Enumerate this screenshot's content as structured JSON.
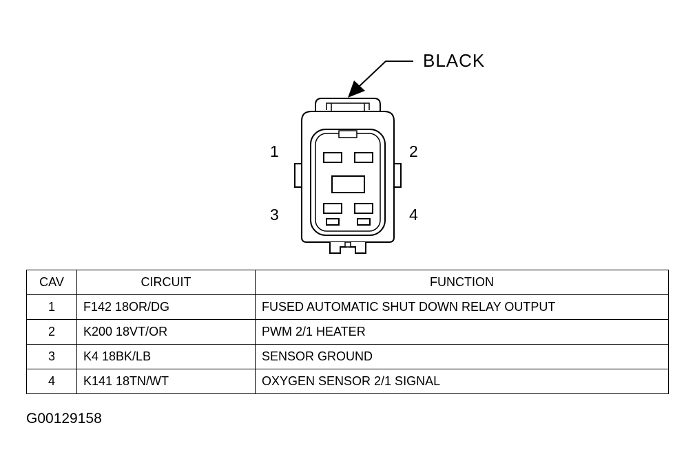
{
  "diagram": {
    "connector_color_label": "BLACK",
    "cavity_numbers": [
      "1",
      "2",
      "3",
      "4"
    ]
  },
  "table": {
    "headers": {
      "cav": "CAV",
      "circuit": "CIRCUIT",
      "function": "FUNCTION"
    },
    "rows": [
      {
        "cav": "1",
        "circuit": "F142 18OR/DG",
        "function": "FUSED AUTOMATIC SHUT DOWN RELAY OUTPUT"
      },
      {
        "cav": "2",
        "circuit": "K200 18VT/OR",
        "function": "PWM 2/1 HEATER"
      },
      {
        "cav": "3",
        "circuit": "K4 18BK/LB",
        "function": "SENSOR GROUND"
      },
      {
        "cav": "4",
        "circuit": "K141 18TN/WT",
        "function": "OXYGEN SENSOR 2/1 SIGNAL"
      }
    ]
  },
  "figure_id": "G00129158"
}
